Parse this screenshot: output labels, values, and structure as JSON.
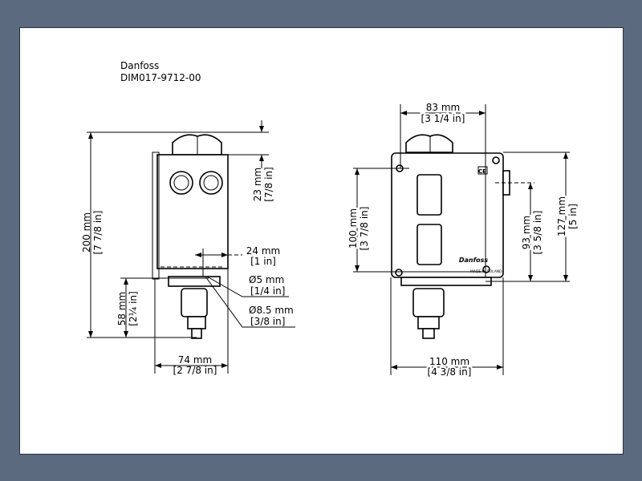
{
  "title": {
    "brand": "Danfoss",
    "code": "DIM017-9712-00"
  },
  "side_view": {
    "height_total": {
      "mm": "200 mm",
      "in": "[7 7/8 in]"
    },
    "cap_height": {
      "mm": "23 mm",
      "in": "[7/8 in]"
    },
    "bottom_height": {
      "mm": "58 mm",
      "in": "[2¼ in]"
    },
    "width": {
      "mm": "74 mm",
      "in": "[2 7/8 in]"
    },
    "hole_offset": {
      "mm": "24 mm",
      "in": "[1 in]"
    },
    "hole_small": {
      "mm": "Ø5 mm",
      "in": "[1/4 in]"
    },
    "hole_large": {
      "mm": "Ø8.5 mm",
      "in": "[3/8 in]"
    }
  },
  "front_view": {
    "top_width": {
      "mm": "83 mm",
      "in": "[3 1/4 in]"
    },
    "width": {
      "mm": "110 mm",
      "in": "[4 3/8 in]"
    },
    "hole_spacing": {
      "mm": "100 mm",
      "in": "[3 7/8 in]"
    },
    "gland_height": {
      "mm": "93 mm",
      "in": "[3 5/8 in]"
    },
    "body_height": {
      "mm": "127 mm",
      "in": "[5 in]"
    },
    "ce_mark": "CE",
    "logo": "Danfoss",
    "plate_text": "MADE IN POLAND"
  }
}
